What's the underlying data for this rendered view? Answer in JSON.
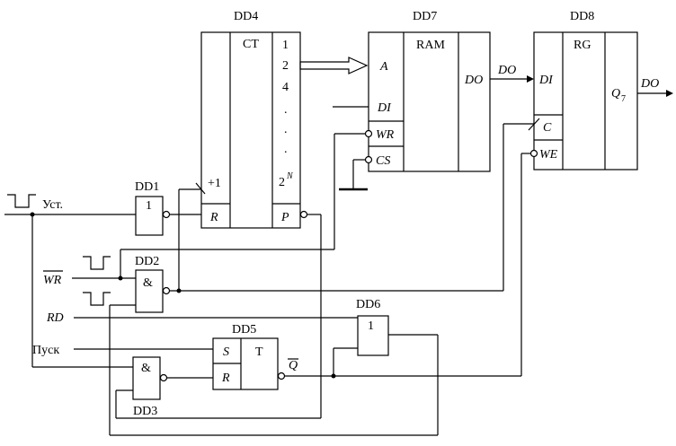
{
  "signals": {
    "reset": "Уст.",
    "wr": "WR",
    "rd": "RD",
    "start": "Пуск",
    "do_mid": "DO",
    "do_out": "DO"
  },
  "chips": {
    "dd1": {
      "name": "DD1",
      "func": "1"
    },
    "dd2": {
      "name": "DD2",
      "func": "&"
    },
    "dd3": {
      "name": "DD3",
      "func": "&"
    },
    "dd4": {
      "name": "DD4",
      "func": "CT",
      "pin_plus1": "+1",
      "pin_r": "R",
      "pin_p": "P",
      "outs": [
        "1",
        "2",
        "4",
        ".",
        ".",
        "."
      ],
      "out_2n": "2",
      "out_2n_exp": "N"
    },
    "dd5": {
      "name": "DD5",
      "func": "T",
      "pin_s": "S",
      "pin_r": "R",
      "pin_q": "Q"
    },
    "dd6": {
      "name": "DD6",
      "func": "1"
    },
    "dd7": {
      "name": "DD7",
      "func": "RAM",
      "pin_a": "A",
      "pin_di": "DI",
      "pin_wr": "WR",
      "pin_cs": "CS",
      "pin_do": "DO"
    },
    "dd8": {
      "name": "DD8",
      "func": "RG",
      "pin_di": "DI",
      "pin_c": "C",
      "pin_we": "WE",
      "pin_q": "Q",
      "pin_q_sub": "7"
    }
  }
}
